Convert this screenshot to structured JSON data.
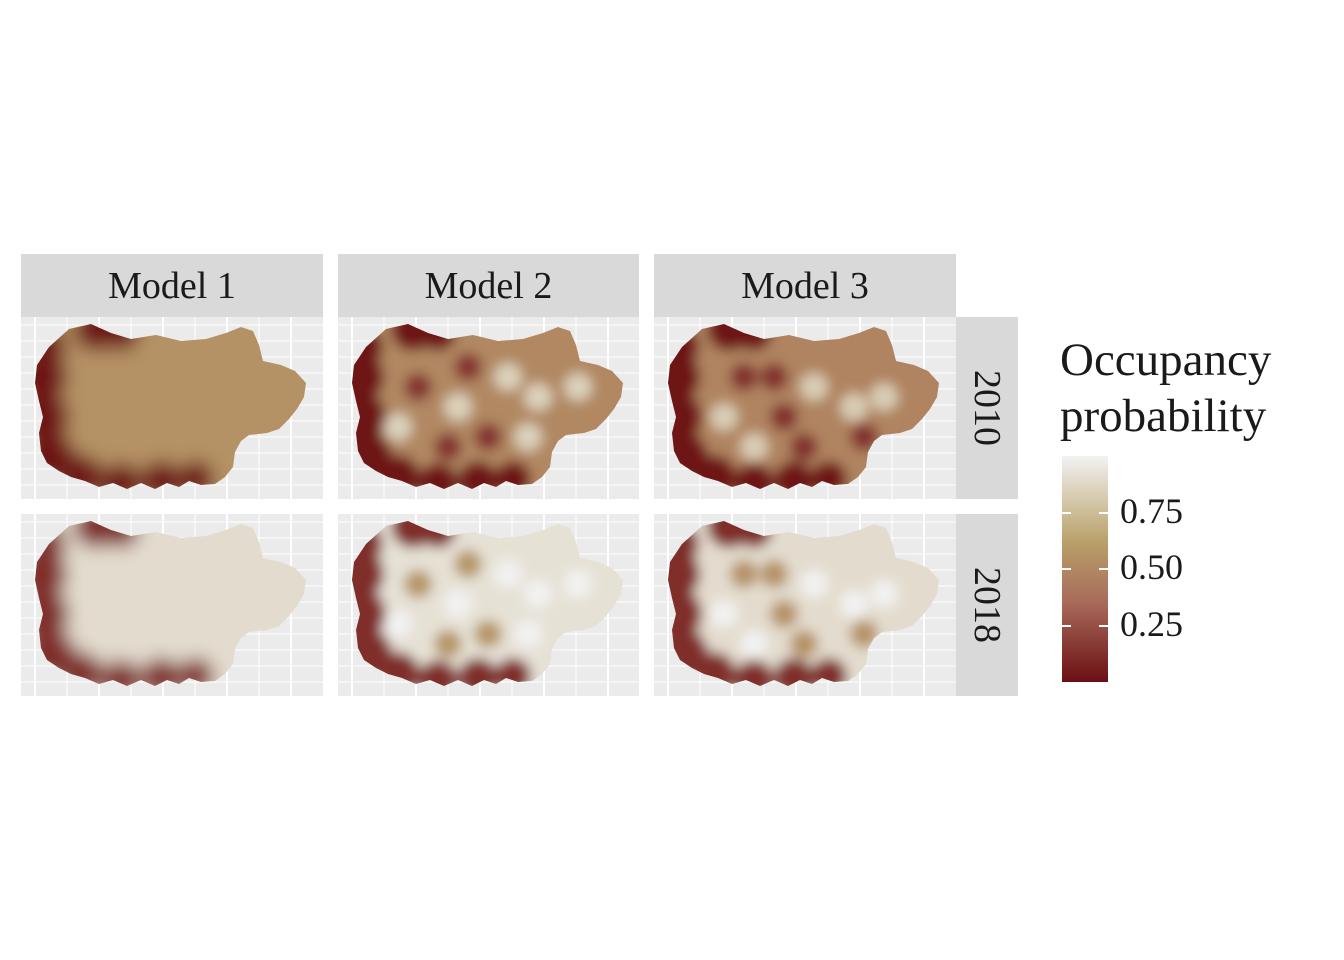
{
  "chart_data": {
    "type": "heatmap",
    "title": "",
    "facet_columns": [
      "Model 1",
      "Model 2",
      "Model 3"
    ],
    "facet_rows": [
      "2010",
      "2018"
    ],
    "legend": {
      "title_line1": "Occupancy",
      "title_line2": "probability",
      "placement": "right",
      "ticks": [
        {
          "value": 0.75,
          "label": "0.75"
        },
        {
          "value": 0.5,
          "label": "0.50"
        },
        {
          "value": 0.25,
          "label": "0.25"
        }
      ],
      "range": [
        0.0,
        1.0
      ],
      "colors": [
        "#6b0f14",
        "#a86a5a",
        "#b9a069",
        "#f2f2f2"
      ]
    },
    "panels": [
      {
        "model": "Model 1",
        "year": "2010",
        "mean_occupancy": 0.45
      },
      {
        "model": "Model 2",
        "year": "2010",
        "mean_occupancy": 0.4
      },
      {
        "model": "Model 3",
        "year": "2010",
        "mean_occupancy": 0.38
      },
      {
        "model": "Model 1",
        "year": "2018",
        "mean_occupancy": 0.8
      },
      {
        "model": "Model 2",
        "year": "2018",
        "mean_occupancy": 0.82
      },
      {
        "model": "Model 3",
        "year": "2018",
        "mean_occupancy": 0.8
      }
    ],
    "grid": true
  }
}
